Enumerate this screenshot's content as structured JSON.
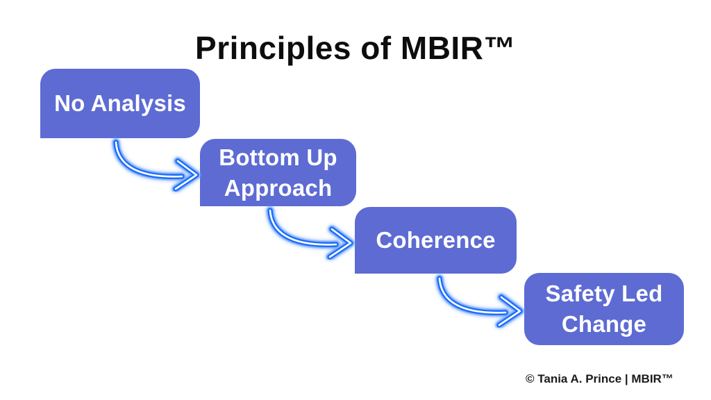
{
  "title": {
    "text": "Principles of MBIR™"
  },
  "boxes": [
    {
      "label": "No Analysis"
    },
    {
      "label": "Bottom Up\nApproach"
    },
    {
      "label": "Coherence"
    },
    {
      "label": "Safety Led\nChange"
    }
  ],
  "footer": {
    "text": "© Tania A. Prince | MBIR™"
  },
  "style": {
    "box_fill": "#5d6bd3",
    "box_text_color": "#ffffff",
    "title_color": "#0d0d0d",
    "footer_color": "#1a1a1a",
    "arrow_blue": "#1b6ef5",
    "arrow_core": "#ffffff",
    "arrow_glow": "#7aa8ff",
    "background": "#ffffff"
  },
  "arrows": [
    {
      "name": "arrow-no-analysis-to-bottom-up"
    },
    {
      "name": "arrow-bottom-up-to-coherence"
    },
    {
      "name": "arrow-coherence-to-safety-led-change"
    }
  ]
}
